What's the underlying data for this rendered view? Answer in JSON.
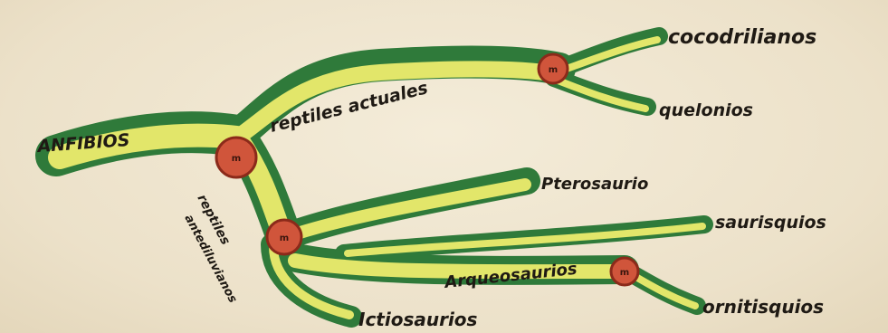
{
  "labels": {
    "anfibios": "ANFIBIOS",
    "reptiles_actuales": "reptiles actuales",
    "reptiles_antediluvianos_1": "reptiles",
    "reptiles_antediluvianos_2": "antediluvianos",
    "cocodrilianos": "cocodrilianos",
    "quelonios": "quelonios",
    "pterosaurio": "Pterosaurio",
    "saurisquios": "saurisquios",
    "arqueosaurios": "Arqueosaurios",
    "ornitisquios": "ornitisquios",
    "ictiosaurios": "Ictiosaurios"
  },
  "node_mark": "m",
  "colors": {
    "paper": "#efe6d2",
    "branch_fill": "#e2e66a",
    "branch_edge": "#2f7a3a",
    "node_fill": "#d0553b",
    "node_ring": "#8b2a1a",
    "ink": "#1f1a14"
  }
}
